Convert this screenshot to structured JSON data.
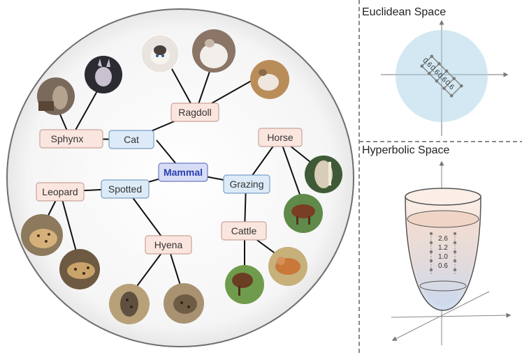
{
  "taxonomy": {
    "root": "Mammal",
    "groups": {
      "cat": "Cat",
      "spotted": "Spotted",
      "grazing": "Grazing"
    },
    "species": {
      "ragdoll": "Ragdoll",
      "sphynx": "Sphynx",
      "leopard": "Leopard",
      "hyena": "Hyena",
      "horse": "Horse",
      "cattle": "Cattle"
    }
  },
  "euclidean": {
    "title": "Euclidean Space",
    "values": [
      "0.6",
      "0.6",
      "0.6",
      "0.6"
    ]
  },
  "hyperbolic": {
    "title": "Hyperbolic Space",
    "values": [
      "2.6",
      "1.2",
      "1.0",
      "0.6"
    ]
  },
  "colors": {
    "group_fill": "#dcebf7",
    "group_stroke": "#7aa0c8",
    "species_fill": "#fbe6df",
    "species_stroke": "#c9a49a",
    "root_fill": "#d8ddf6",
    "root_stroke": "#6a78c8",
    "euclid_disk": "#d3e8f2",
    "bowl_top": "#f6e3d8",
    "bowl_bottom": "#d6e2f2"
  }
}
